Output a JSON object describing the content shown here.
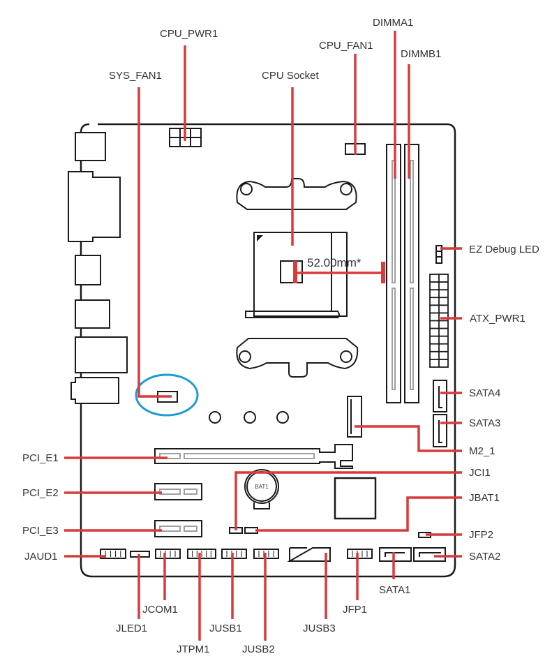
{
  "diagram": {
    "title": "Motherboard layout",
    "colors": {
      "leader_line": "#d93a3a",
      "outline": "#1a1a1a",
      "slot_inner": "#a0a0a0",
      "highlight": "#1e9ad6",
      "label_text": "#333333"
    },
    "measurement": {
      "label": "52.00mm*",
      "from": "CPU Socket",
      "to": "DIMMA1"
    },
    "battery_label": "BAT1",
    "highlighted_component": "SYS_FAN1",
    "labels": {
      "cpu_pwr1": "CPU_PWR1",
      "sys_fan1": "SYS_FAN1",
      "cpu_socket": "CPU Socket",
      "cpu_fan1": "CPU_FAN1",
      "dimma1": "DIMMA1",
      "dimmb1": "DIMMB1",
      "ez_debug_led": "EZ Debug LED",
      "atx_pwr1": "ATX_PWR1",
      "sata4": "SATA4",
      "sata3": "SATA3",
      "m2_1": "M2_1",
      "jci1": "JCI1",
      "jbat1": "JBAT1",
      "jfp2": "JFP2",
      "sata2": "SATA2",
      "sata1": "SATA1",
      "pci_e1": "PCI_E1",
      "pci_e2": "PCI_E2",
      "pci_e3": "PCI_E3",
      "jaud1": "JAUD1",
      "jled1": "JLED1",
      "jcom1": "JCOM1",
      "jtpm1": "JTPM1",
      "jusb1": "JUSB1",
      "jusb2": "JUSB2",
      "jusb3": "JUSB3",
      "jfp1": "JFP1"
    }
  }
}
